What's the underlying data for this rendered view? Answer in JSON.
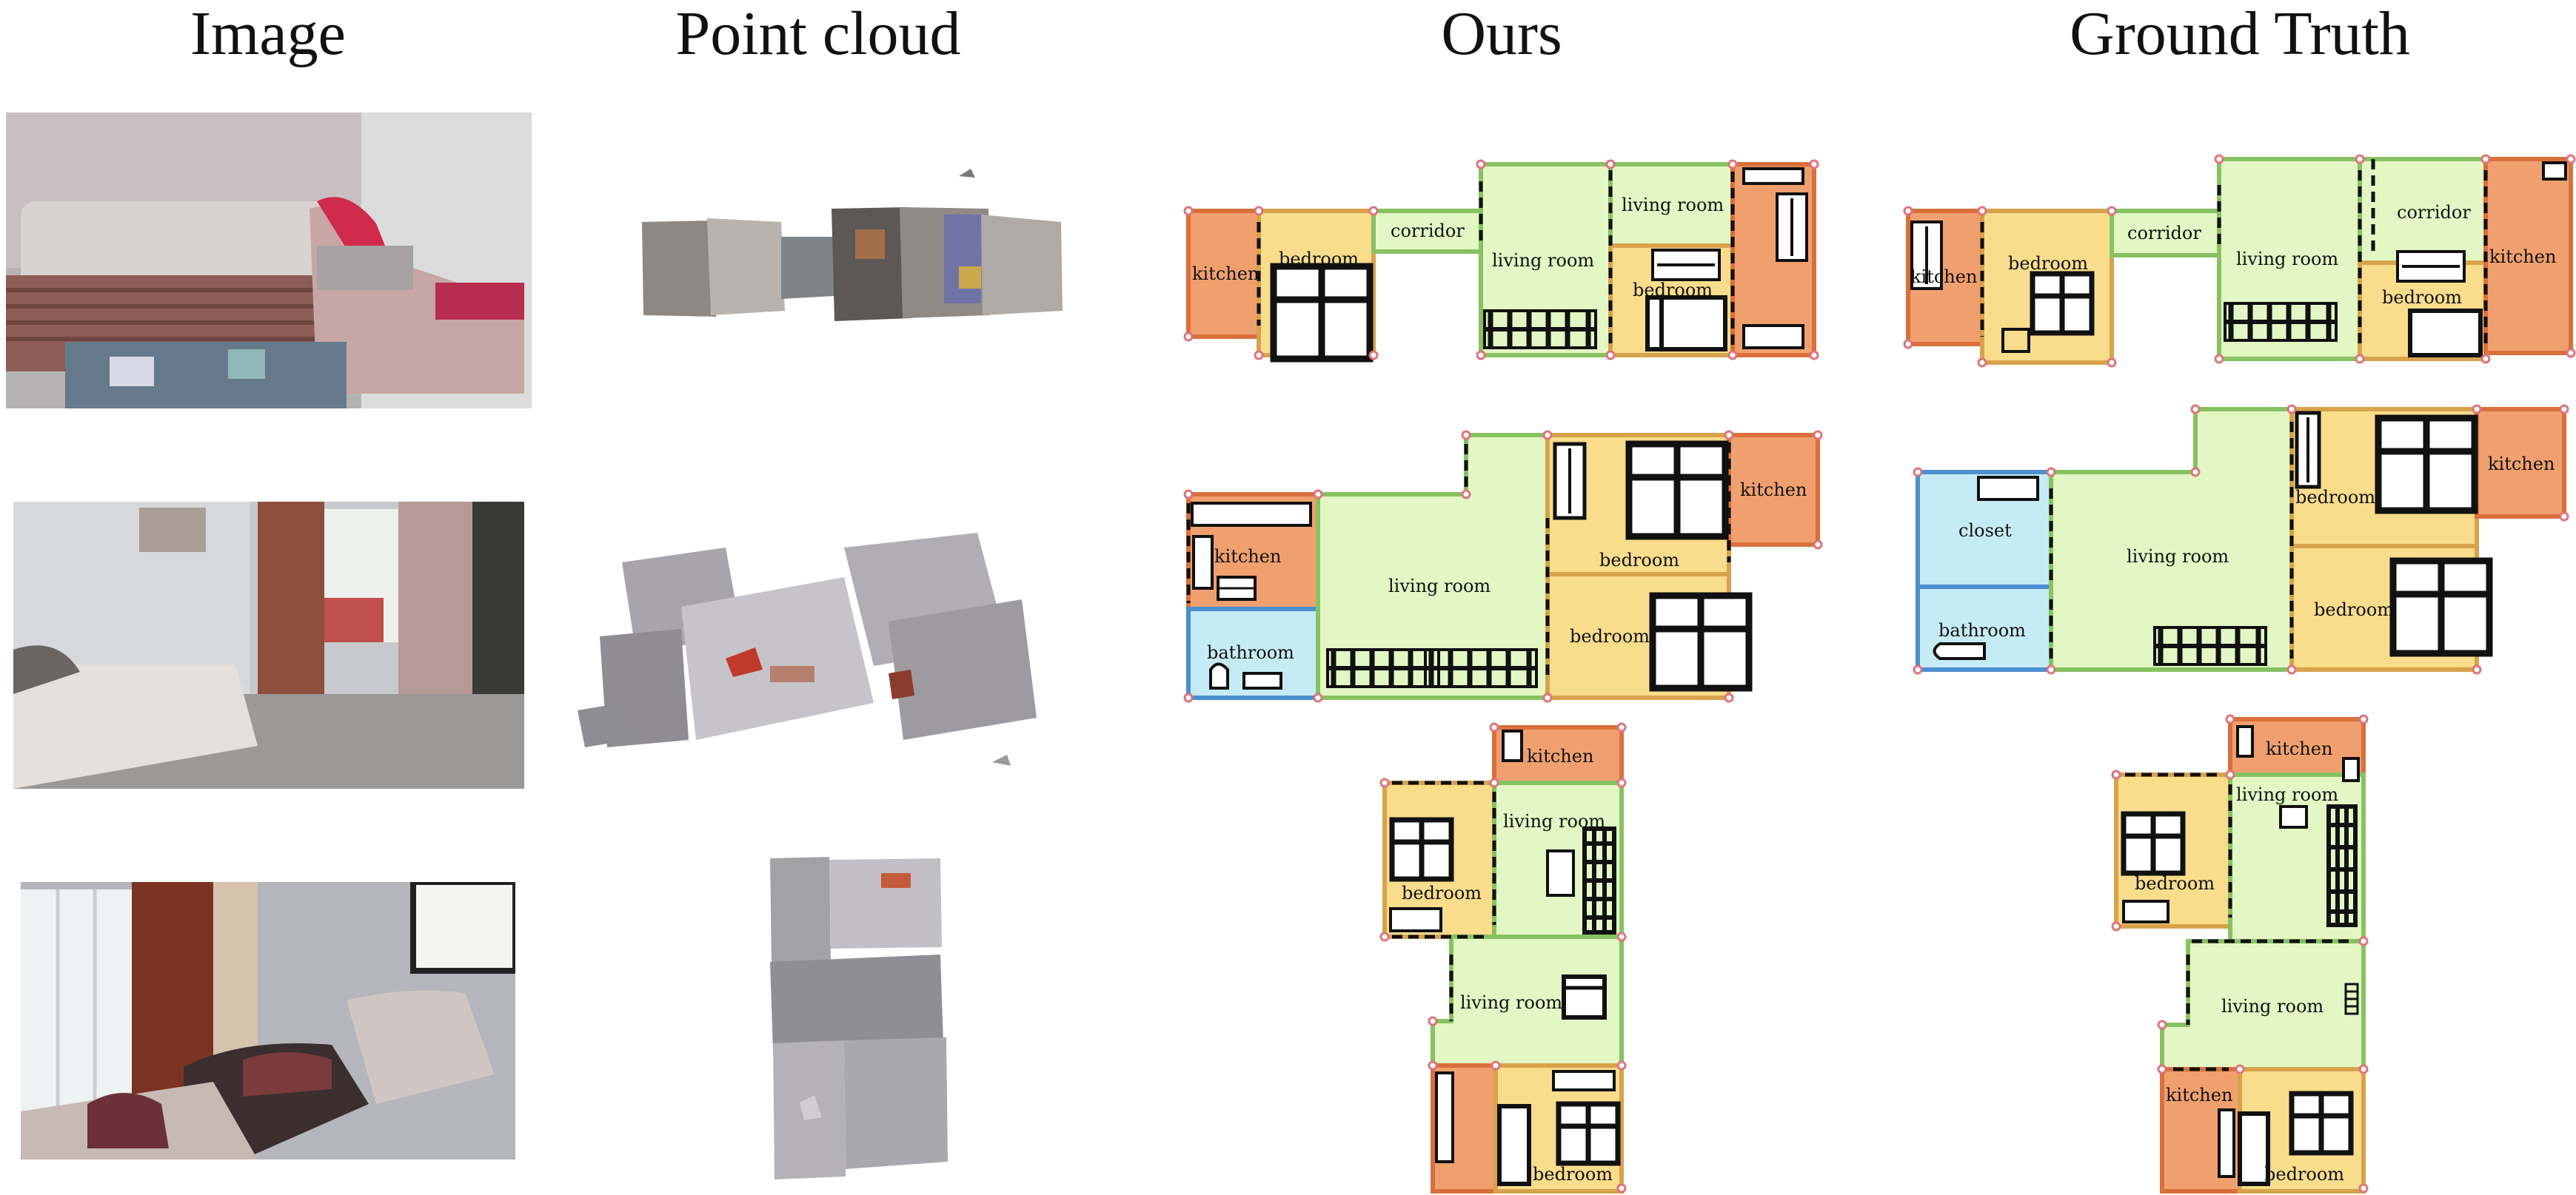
{
  "columns": {
    "image": "Image",
    "point_cloud": "Point cloud",
    "ours": "Ours",
    "ground_truth": "Ground Truth"
  },
  "room_labels": {
    "kitchen": "kitchen",
    "bedroom": "bedroom",
    "corridor": "corridor",
    "living_room": "living room",
    "bathroom": "bathroom",
    "closet": "closet"
  },
  "colors": {
    "kitchen": "#f0a06e",
    "bedroom": "#f9dc8c",
    "living_room": "#e2f7c3",
    "bathroom": "#c5ecf6",
    "wall_green": "#86c262",
    "wall_orange": "#d9703c",
    "wall_blue": "#4a8fd0",
    "corner": "#e0737a"
  },
  "rows": [
    {
      "scene": "sofa with red pillow"
    },
    {
      "scene": "room with doorway and person"
    },
    {
      "scene": "living room with window and armchairs"
    }
  ]
}
